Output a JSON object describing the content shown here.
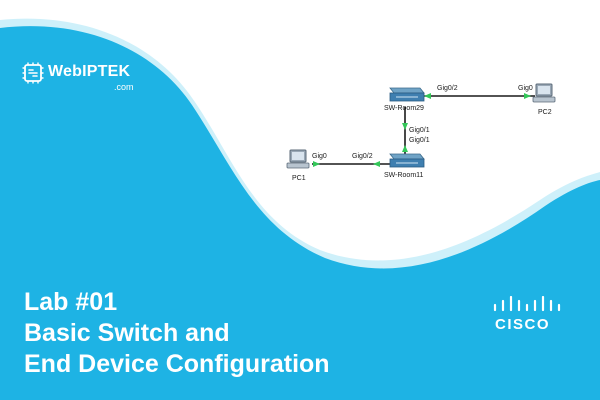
{
  "brand": {
    "name": "WebIPTEK",
    "domain": ".com"
  },
  "title": {
    "line1": "Lab #01",
    "line2": "Basic Switch and",
    "line3": "End Device Configuration"
  },
  "cisco_logo": {
    "text": "CISCO"
  },
  "network": {
    "devices": {
      "pc1": "PC1",
      "pc2": "PC2",
      "sw_room11": "SW-Room11",
      "sw_room29": "SW-Room29"
    },
    "ports": {
      "pc1_port": "Gig0",
      "sw11_to_pc1": "Gig0/2",
      "sw11_uplink": "Gig0/1",
      "sw29_uplink": "Gig0/1",
      "sw29_to_pc2": "Gig0/2",
      "pc2_port": "Gig0"
    }
  },
  "colors": {
    "wave": "#1EB3E4",
    "wave_light": "#C9EEFA",
    "link": "#1a1a1a",
    "link_indicator": "#34C759"
  }
}
